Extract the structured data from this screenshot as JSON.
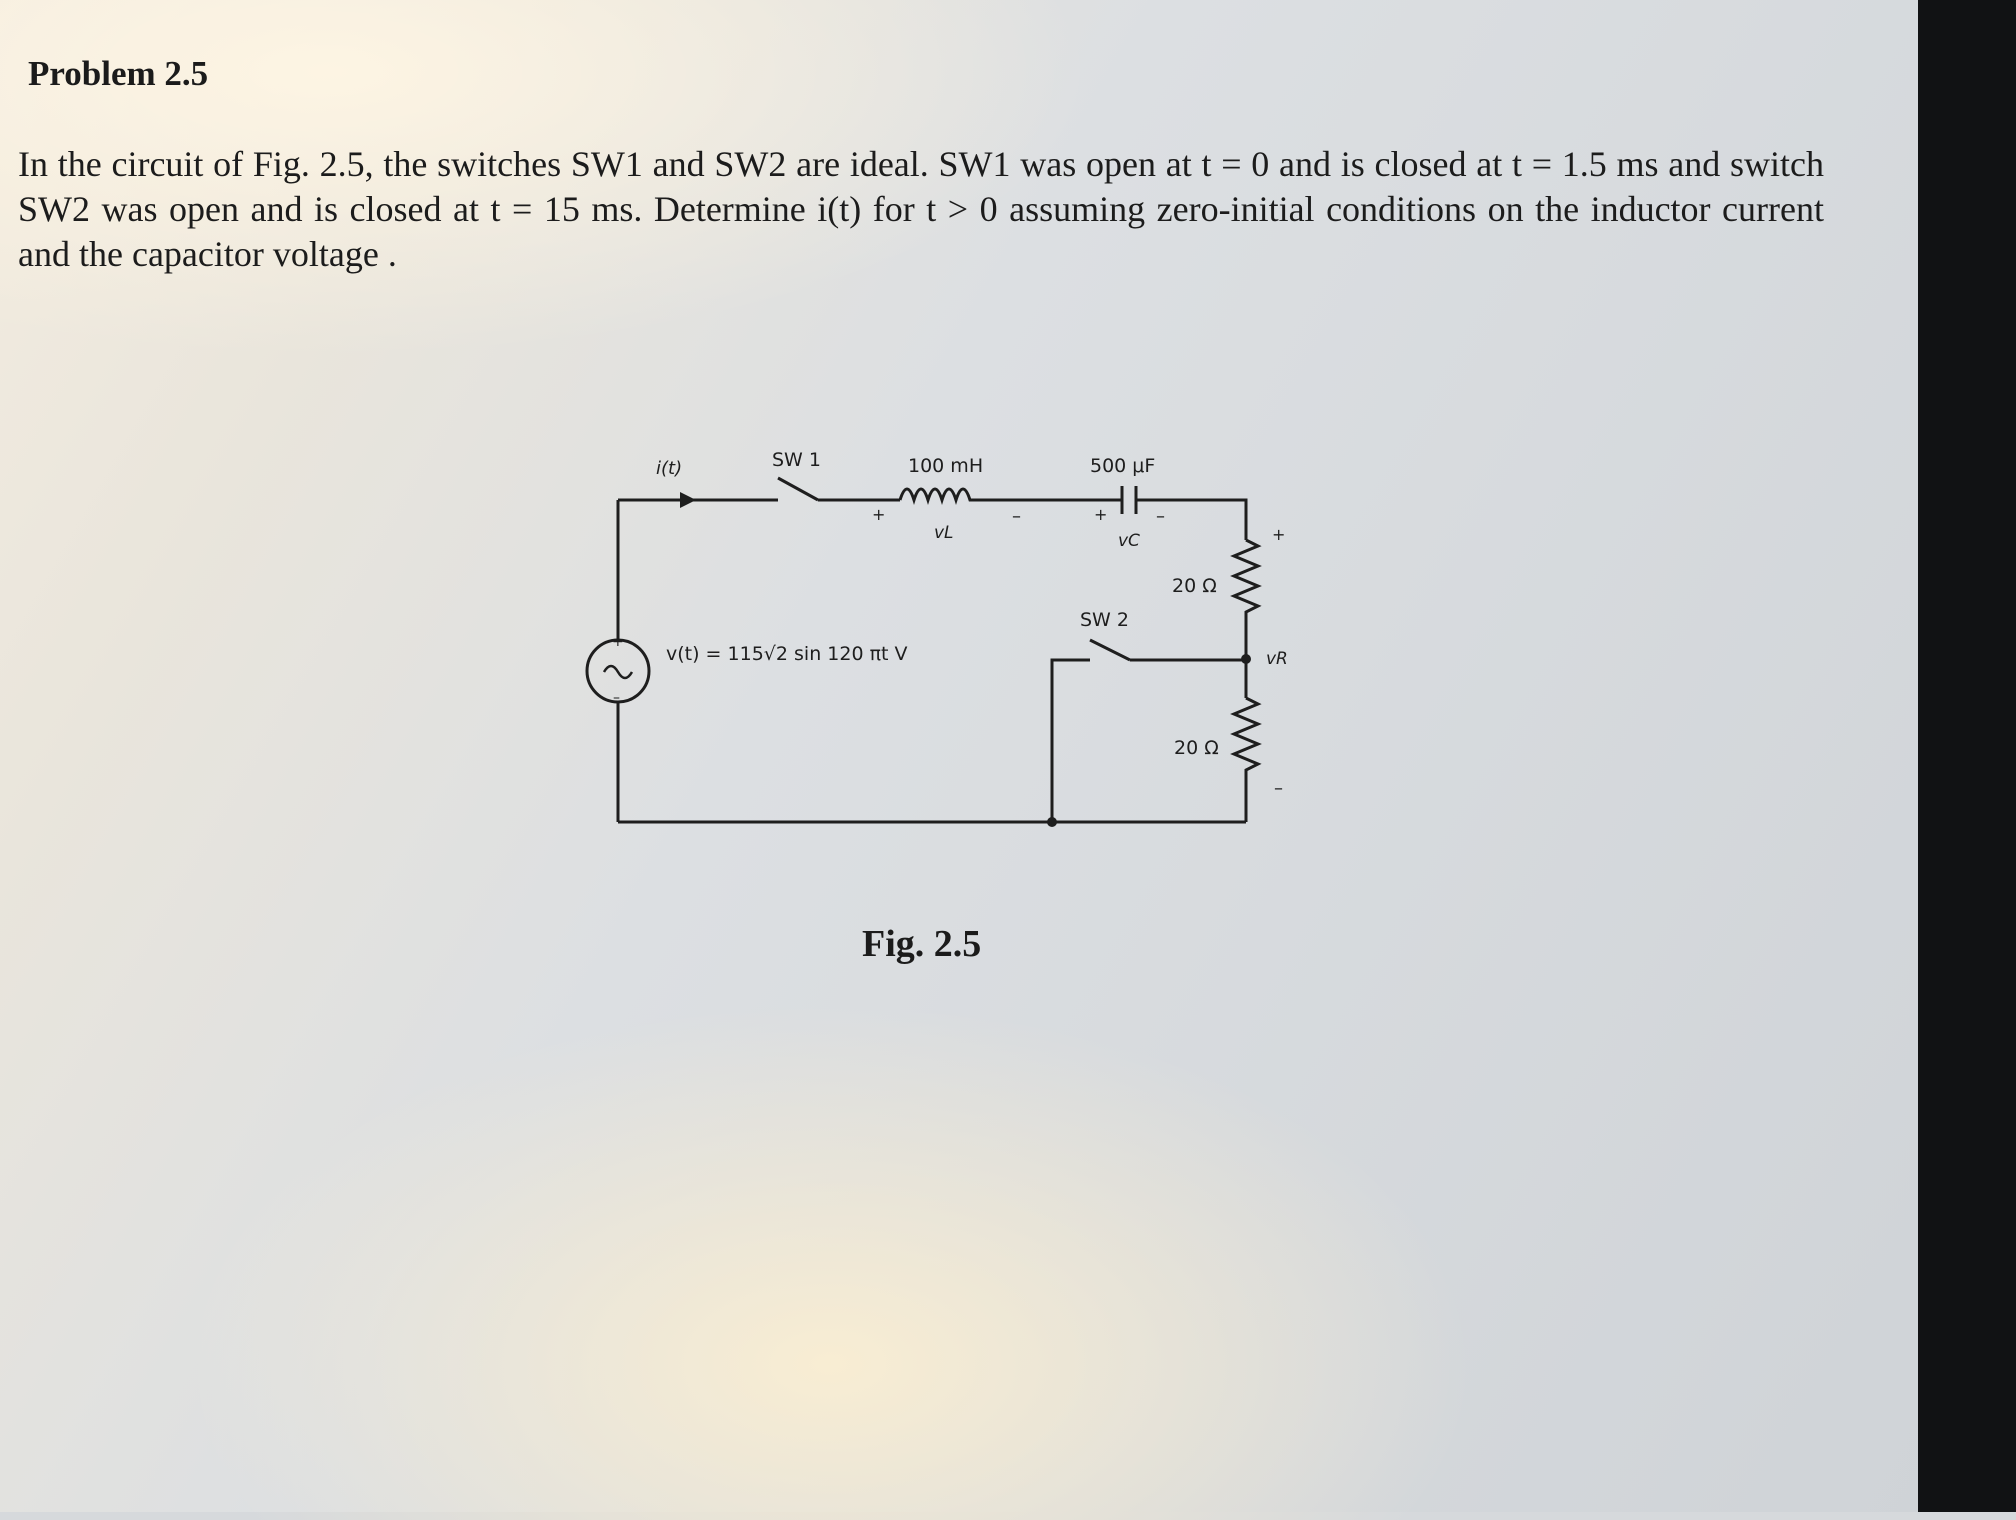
{
  "problem": {
    "title": "Problem 2.5",
    "text": "In the circuit of Fig. 2.5, the switches SW1 and SW2 are ideal. SW1 was open at t = 0 and is closed at t = 1.5 ms and switch SW2 was open and is closed at t = 15 ms. Determine i(t) for t > 0 assuming zero-initial conditions on the inductor current and the capacitor voltage ."
  },
  "figure": {
    "caption": "Fig. 2.5",
    "current_label": "i(t)",
    "sw1_label": "SW 1",
    "inductor_label": "100 mH",
    "capacitor_label": "500 μF",
    "vl_label": "vL",
    "vc_label": "vC",
    "r1_label": "20 Ω",
    "r2_label": "20 Ω",
    "sw2_label": "SW 2",
    "vr_label": "vR",
    "source_label": "v(t) = 115√2 sin 120 πt V",
    "plus": "+",
    "minus": "–"
  }
}
